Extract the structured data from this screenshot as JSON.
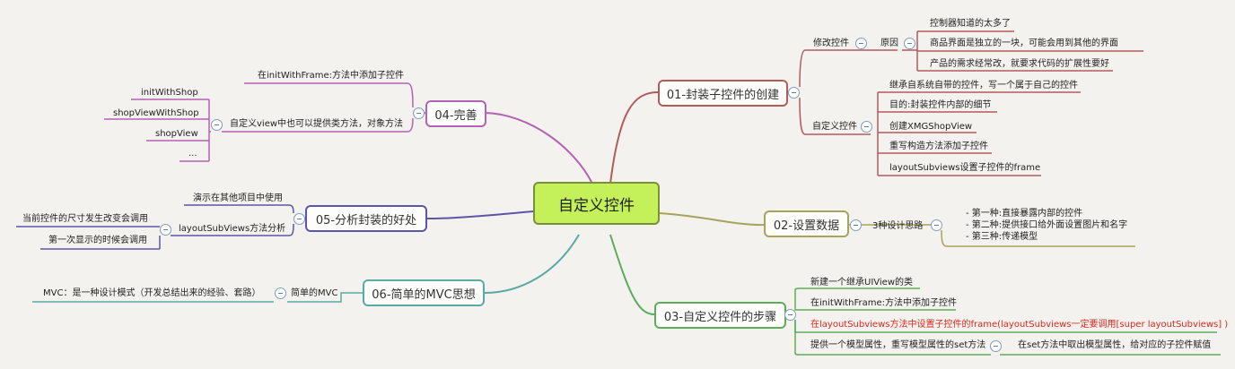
{
  "colors": {
    "b1": "#b25b5b",
    "b2": "#a7a35b",
    "b3": "#5cac5c",
    "b4": "#b363b3",
    "b5": "#5b56a8",
    "b6": "#5aa9a4",
    "central_fill": "#c4f05a"
  },
  "icons": {
    "collapse": "collapse-minus-icon"
  },
  "central": {
    "label": "自定义控件"
  },
  "b1": {
    "label": "01-封装子控件的创建",
    "modify": "修改控件",
    "reason": "原因",
    "reasons": [
      "控制器知道的太多了",
      "商品界面是独立的一块，可能会用到其他的界面",
      "产品的需求经常改，就要求代码的扩展性要好"
    ],
    "custom": "自定义控件",
    "custom_items": [
      "继承自系统自带的控件，写一个属于自己的控件",
      "目的:封装控件内部的细节",
      "创建XMGShopView",
      "重写构造方法添加子控件",
      "layoutSubviews设置子控件的frame"
    ]
  },
  "b2": {
    "label": "02-设置数据",
    "sub": "3种设计思路",
    "items": [
      "- 第一种:直接暴露内部的控件",
      "- 第二种:提供接口给外面设置图片和名字",
      "- 第三种:传递模型"
    ]
  },
  "b3": {
    "label": "03-自定义控件的步骤",
    "items": [
      "新建一个继承UIView的类",
      "在initWithFrame:方法中添加子控件",
      "在layoutSubviews方法中设置子控件的frame(layoutSubviews一定要调用[super layoutSubviews] )",
      "提供一个模型属性，重写模型属性的set方法"
    ],
    "set_detail": "在set方法中取出模型属性，给对应的子控件赋值"
  },
  "b4": {
    "label": "04-完善",
    "item1": "在initWithFrame:方法中添加子控件",
    "item2": "自定义view中也可以提供类方法，对象方法",
    "methods": [
      "initWithShop",
      "shopViewWithShop",
      "shopView",
      "..."
    ]
  },
  "b5": {
    "label": "05-分析封装的好处",
    "item1": "演示在其他项目中使用",
    "item2": "layoutSubViews方法分析",
    "reasons": [
      "当前控件的尺寸发生改变会调用",
      "第一次显示的时候会调用"
    ]
  },
  "b6": {
    "label": "06-简单的MVC思想",
    "item": "简单的MVC",
    "detail": "MVC：是一种设计模式（开发总结出来的经验、套路）"
  }
}
